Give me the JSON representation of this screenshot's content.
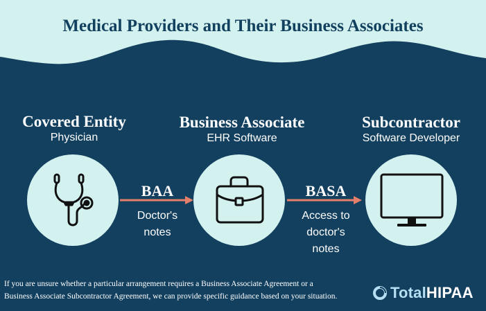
{
  "title": "Medical Providers and Their Business Associates",
  "columns": [
    {
      "role": "Covered Entity",
      "subtitle": "Physician",
      "icon": "stethoscope-icon"
    },
    {
      "role": "Business Associate",
      "subtitle": "EHR Software",
      "icon": "briefcase-icon"
    },
    {
      "role": "Subcontractor",
      "subtitle": "Software Developer",
      "icon": "monitor-icon"
    }
  ],
  "agreements": [
    {
      "abbr": "BAA",
      "desc_lines": [
        "Doctor's",
        "notes"
      ]
    },
    {
      "abbr": "BASA",
      "desc_lines": [
        "Access to",
        "doctor's",
        "notes"
      ]
    }
  ],
  "footer": {
    "note_lines": [
      "If you are unsure whether a particular arrangement requires a Business Associate Agreement or a",
      "Business Associate Subcontractor Agreement, we can provide specific guidance based on your situation."
    ],
    "logo_total": "Total",
    "logo_hipaa": "HIPAA",
    "logo_icon": "totalhipaa-logo-icon"
  },
  "colors": {
    "background": "#13405f",
    "header": "#d3f1ee",
    "circle": "#d3f1ee",
    "arrow": "#e4806a",
    "text": "#ffffff"
  }
}
